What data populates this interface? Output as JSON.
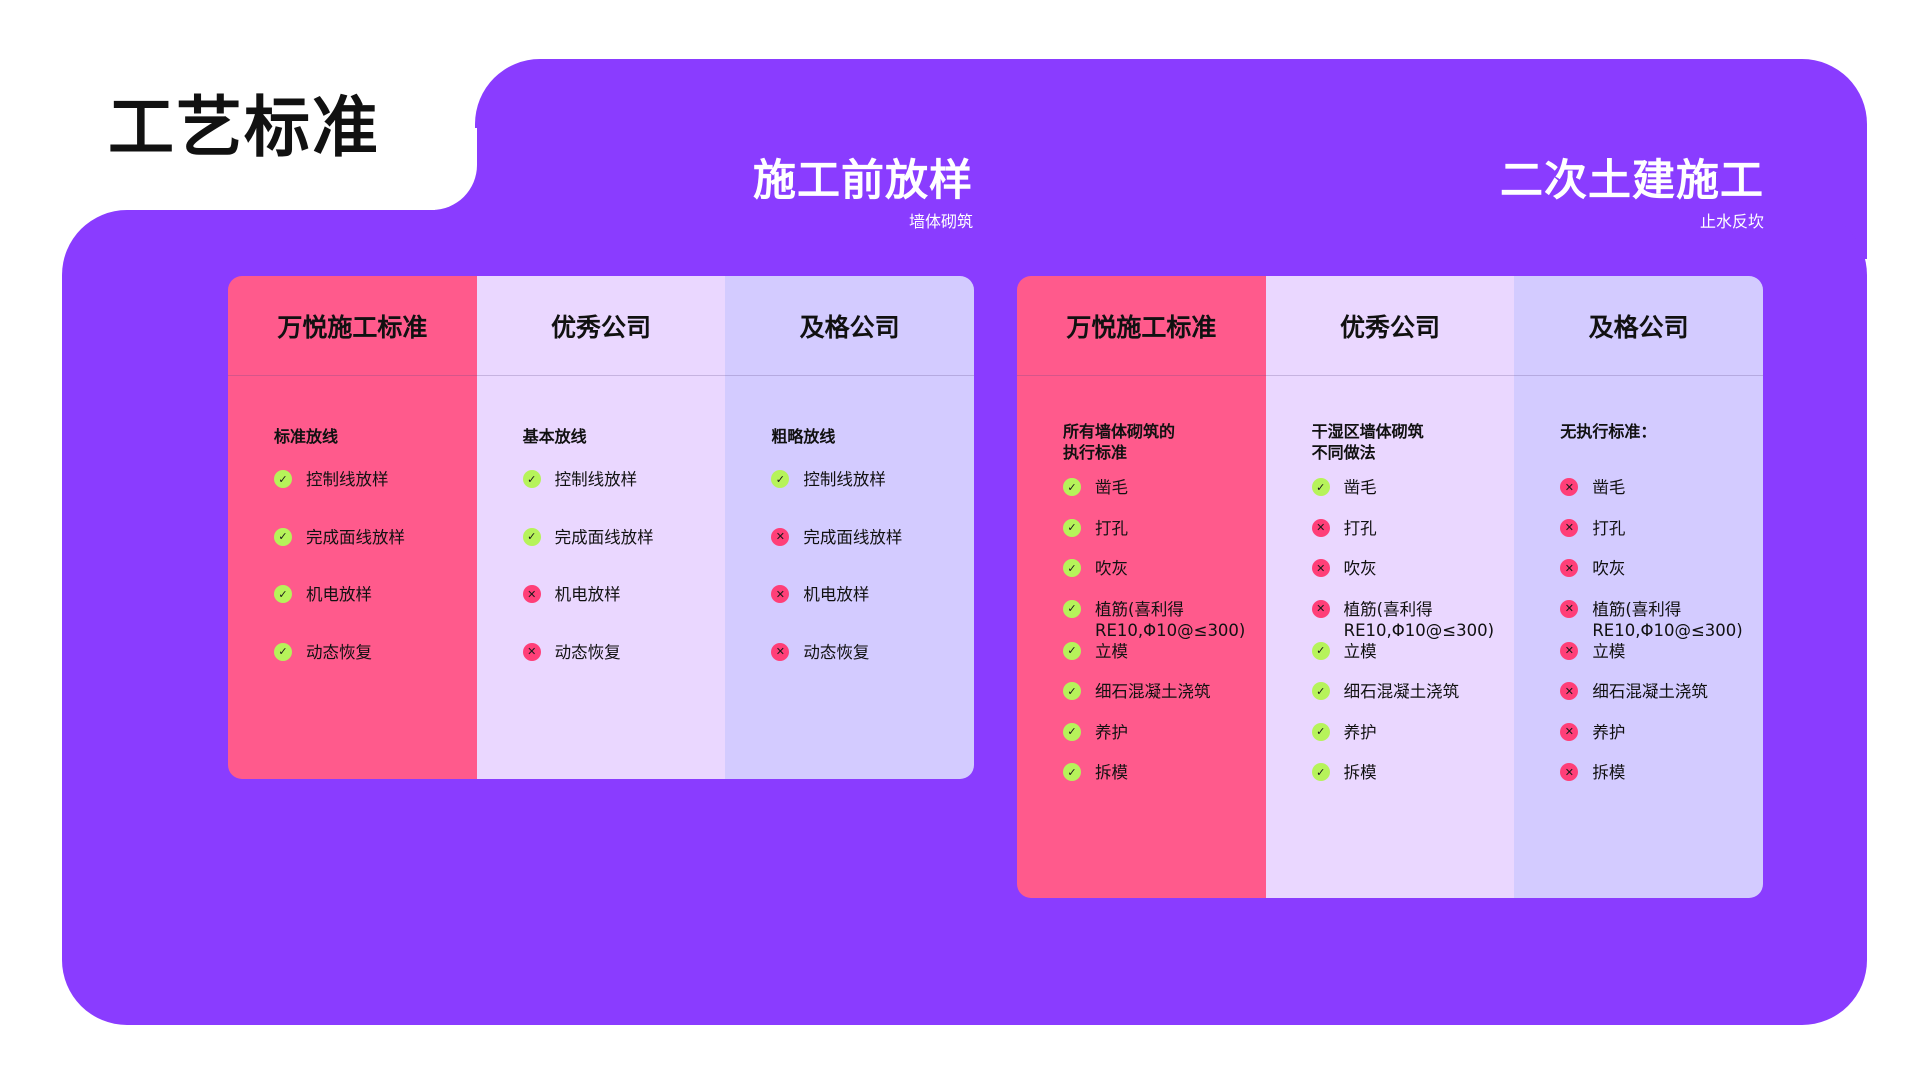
{
  "page_title": "工艺标准",
  "sections": [
    {
      "title": "施工前放样",
      "subtitle": "墙体砌筑",
      "columns": [
        {
          "header": "万悦施工标准",
          "sub": "标准放线",
          "items": [
            {
              "label": "控制线放样",
              "status": "check"
            },
            {
              "label": "完成面线放样",
              "status": "check"
            },
            {
              "label": "机电放样",
              "status": "check"
            },
            {
              "label": "动态恢复",
              "status": "check"
            }
          ]
        },
        {
          "header": "优秀公司",
          "sub": "基本放线",
          "items": [
            {
              "label": "控制线放样",
              "status": "check"
            },
            {
              "label": "完成面线放样",
              "status": "check"
            },
            {
              "label": "机电放样",
              "status": "cross"
            },
            {
              "label": "动态恢复",
              "status": "cross"
            }
          ]
        },
        {
          "header": "及格公司",
          "sub": "粗略放线",
          "items": [
            {
              "label": "控制线放样",
              "status": "check"
            },
            {
              "label": "完成面线放样",
              "status": "cross"
            },
            {
              "label": "机电放样",
              "status": "cross"
            },
            {
              "label": "动态恢复",
              "status": "cross"
            }
          ]
        }
      ]
    },
    {
      "title": "二次土建施工",
      "subtitle": "止水反坎",
      "columns": [
        {
          "header": "万悦施工标准",
          "sub": "所有墙体砌筑的\n执行标准",
          "items": [
            {
              "label": "凿毛",
              "status": "check"
            },
            {
              "label": "打孔",
              "status": "check"
            },
            {
              "label": "吹灰",
              "status": "check"
            },
            {
              "label": "植筋(喜利得\nRE10,Φ10@≤300)",
              "status": "check"
            },
            {
              "label": "立模",
              "status": "check"
            },
            {
              "label": "细石混凝土浇筑",
              "status": "check"
            },
            {
              "label": "养护",
              "status": "check"
            },
            {
              "label": "拆模",
              "status": "check"
            }
          ]
        },
        {
          "header": "优秀公司",
          "sub": "干湿区墙体砌筑\n不同做法",
          "items": [
            {
              "label": "凿毛",
              "status": "check"
            },
            {
              "label": "打孔",
              "status": "cross"
            },
            {
              "label": "吹灰",
              "status": "cross"
            },
            {
              "label": "植筋(喜利得\nRE10,Φ10@≤300)",
              "status": "cross"
            },
            {
              "label": "立模",
              "status": "check"
            },
            {
              "label": "细石混凝土浇筑",
              "status": "check"
            },
            {
              "label": "养护",
              "status": "check"
            },
            {
              "label": "拆模",
              "status": "check"
            }
          ]
        },
        {
          "header": "及格公司",
          "sub": "无执行标准：",
          "items": [
            {
              "label": "凿毛",
              "status": "cross"
            },
            {
              "label": "打孔",
              "status": "cross"
            },
            {
              "label": "吹灰",
              "status": "cross"
            },
            {
              "label": "植筋(喜利得\nRE10,Φ10@≤300)",
              "status": "cross"
            },
            {
              "label": "立模",
              "status": "cross"
            },
            {
              "label": "细石混凝土浇筑",
              "status": "cross"
            },
            {
              "label": "养护",
              "status": "cross"
            },
            {
              "label": "拆模",
              "status": "cross"
            }
          ]
        }
      ]
    }
  ],
  "icons": {
    "check": "check-icon",
    "cross": "cross-icon"
  },
  "colors": {
    "background": "#8a3cff",
    "standard_column": "#ff5a8c",
    "good_column": "#ead7ff",
    "pass_column": "#d3cbff",
    "check": "#b6f35a",
    "cross": "#ff3f78"
  }
}
